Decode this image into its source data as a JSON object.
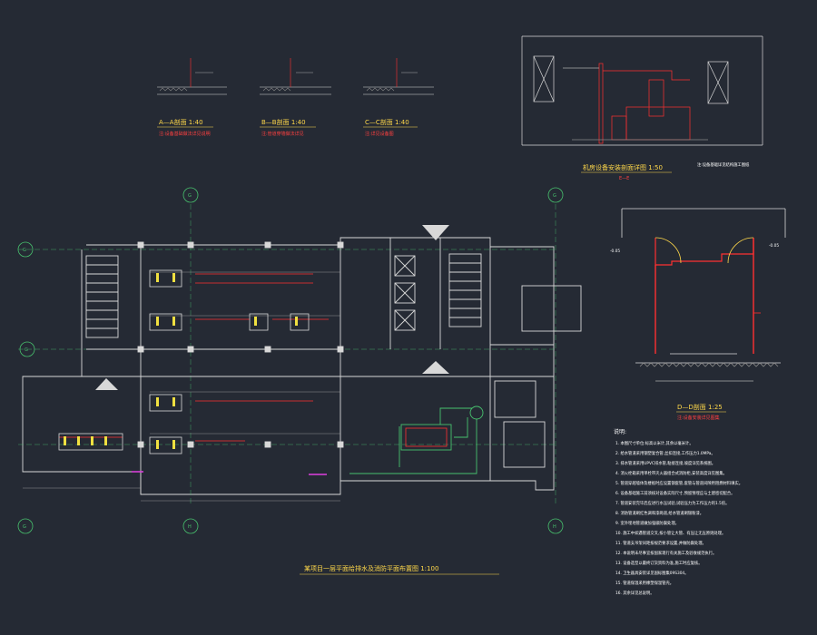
{
  "drawing": {
    "main_title": "某项目一层平面给排水及消防平面布置图 1:100",
    "colors": {
      "background": "#252a34",
      "walls": "#d8d8d8",
      "pipe_red": "#ff3030",
      "grid_green": "#48c26e",
      "title_yellow": "#ffd84a",
      "equipment_yellow": "#f0e040",
      "magenta": "#e040e0"
    }
  },
  "sections": [
    {
      "title": "A—A剖面 1:40",
      "sub": "注:设备基础做法详见说明"
    },
    {
      "title": "B—B剖面 1:40",
      "sub": "注:管道穿墙做法详见"
    },
    {
      "title": "C—C剖面 1:40",
      "sub": "注:详见设备图"
    }
  ],
  "elevation": {
    "title": "机房设备安装剖面详图 1:50",
    "sub": "E—E",
    "note": "注:设备基础详见结构施工图纸"
  },
  "detail": {
    "title": "D—D剖面 1:25",
    "sub": "注:设备安装详见图集",
    "label_left": "-0.05",
    "label_right": "-0.05"
  },
  "grid_labels": [
    "G",
    "G",
    "G",
    "G",
    "G",
    "H",
    "H"
  ],
  "notes": {
    "header": "说明:",
    "items": [
      "1. 本图尺寸单位:标高以米计,其余以毫米计。",
      "2. 给水管道采用钢塑复合管,丝扣连接,工作压力1.0MPa。",
      "3. 排水管道采用UPVC排水管,粘接连接,坡度详见系统图。",
      "4. 消火栓箱采用单栓带灭火器组合式消防柜,安装高度详见图集。",
      "5. 管道穿越墙体及楼板时应设置钢套管,套管与管道间隙用阻燃材料填实。",
      "6. 设备基础施工前须核对设备实际尺寸,预留预埋应与土建密切配合。",
      "7. 管道安装完毕后应进行水压试验,试验压力为工作压力的1.5倍。",
      "8. 消防管道刷红色调和漆两道,给水管道刷银粉漆。",
      "9. 室外埋地管道做加强级防腐处理。",
      "10. 施工中如遇管道交叉,按小管让大管、有压让无压原则处理。",
      "11. 管道支吊架间距按规范要求设置,并做防腐处理。",
      "12. 本说明未尽事宜按国家现行有关施工及验收规范执行。",
      "13. 设备选型以最终订货资料为准,施工时应复核。",
      "14. 卫生器具安装详见国标图集09S304。",
      "15. 管道保温采用橡塑保温管壳。",
      "16. 其余详见总说明。"
    ]
  }
}
